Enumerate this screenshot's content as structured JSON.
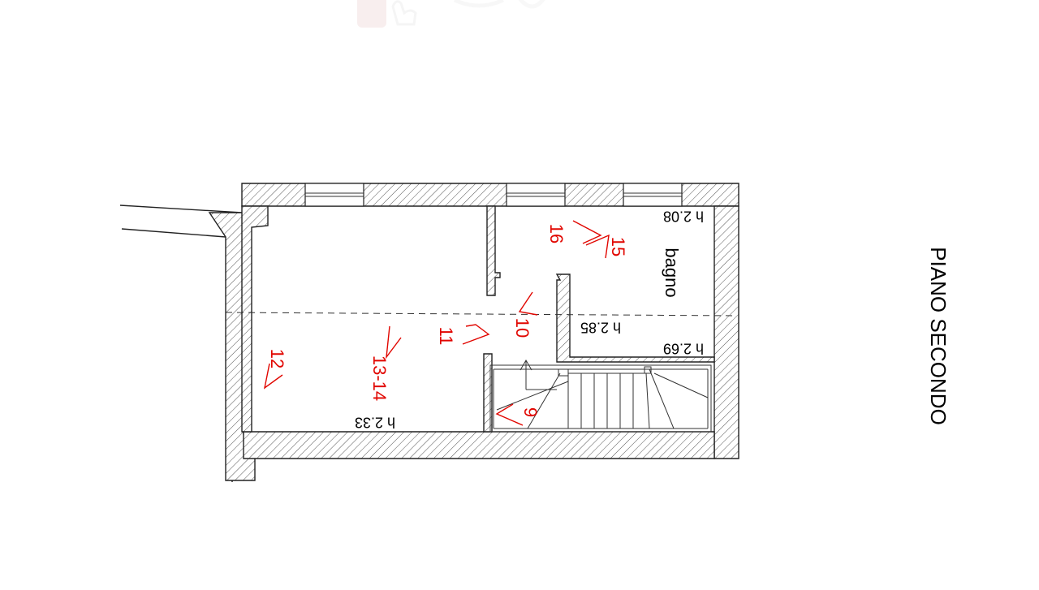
{
  "title": "PIANO SECONDO",
  "room_name": "bagno",
  "heights": [
    "h 2.08",
    "h 2.85",
    "h 2.69",
    "h 2.33"
  ],
  "photo_points": [
    "16",
    "15",
    "10",
    "11",
    "12",
    "13-14",
    "9"
  ],
  "colors": {
    "walls": "#222222",
    "markers": "#e10600",
    "watermark": "#f2dede"
  }
}
